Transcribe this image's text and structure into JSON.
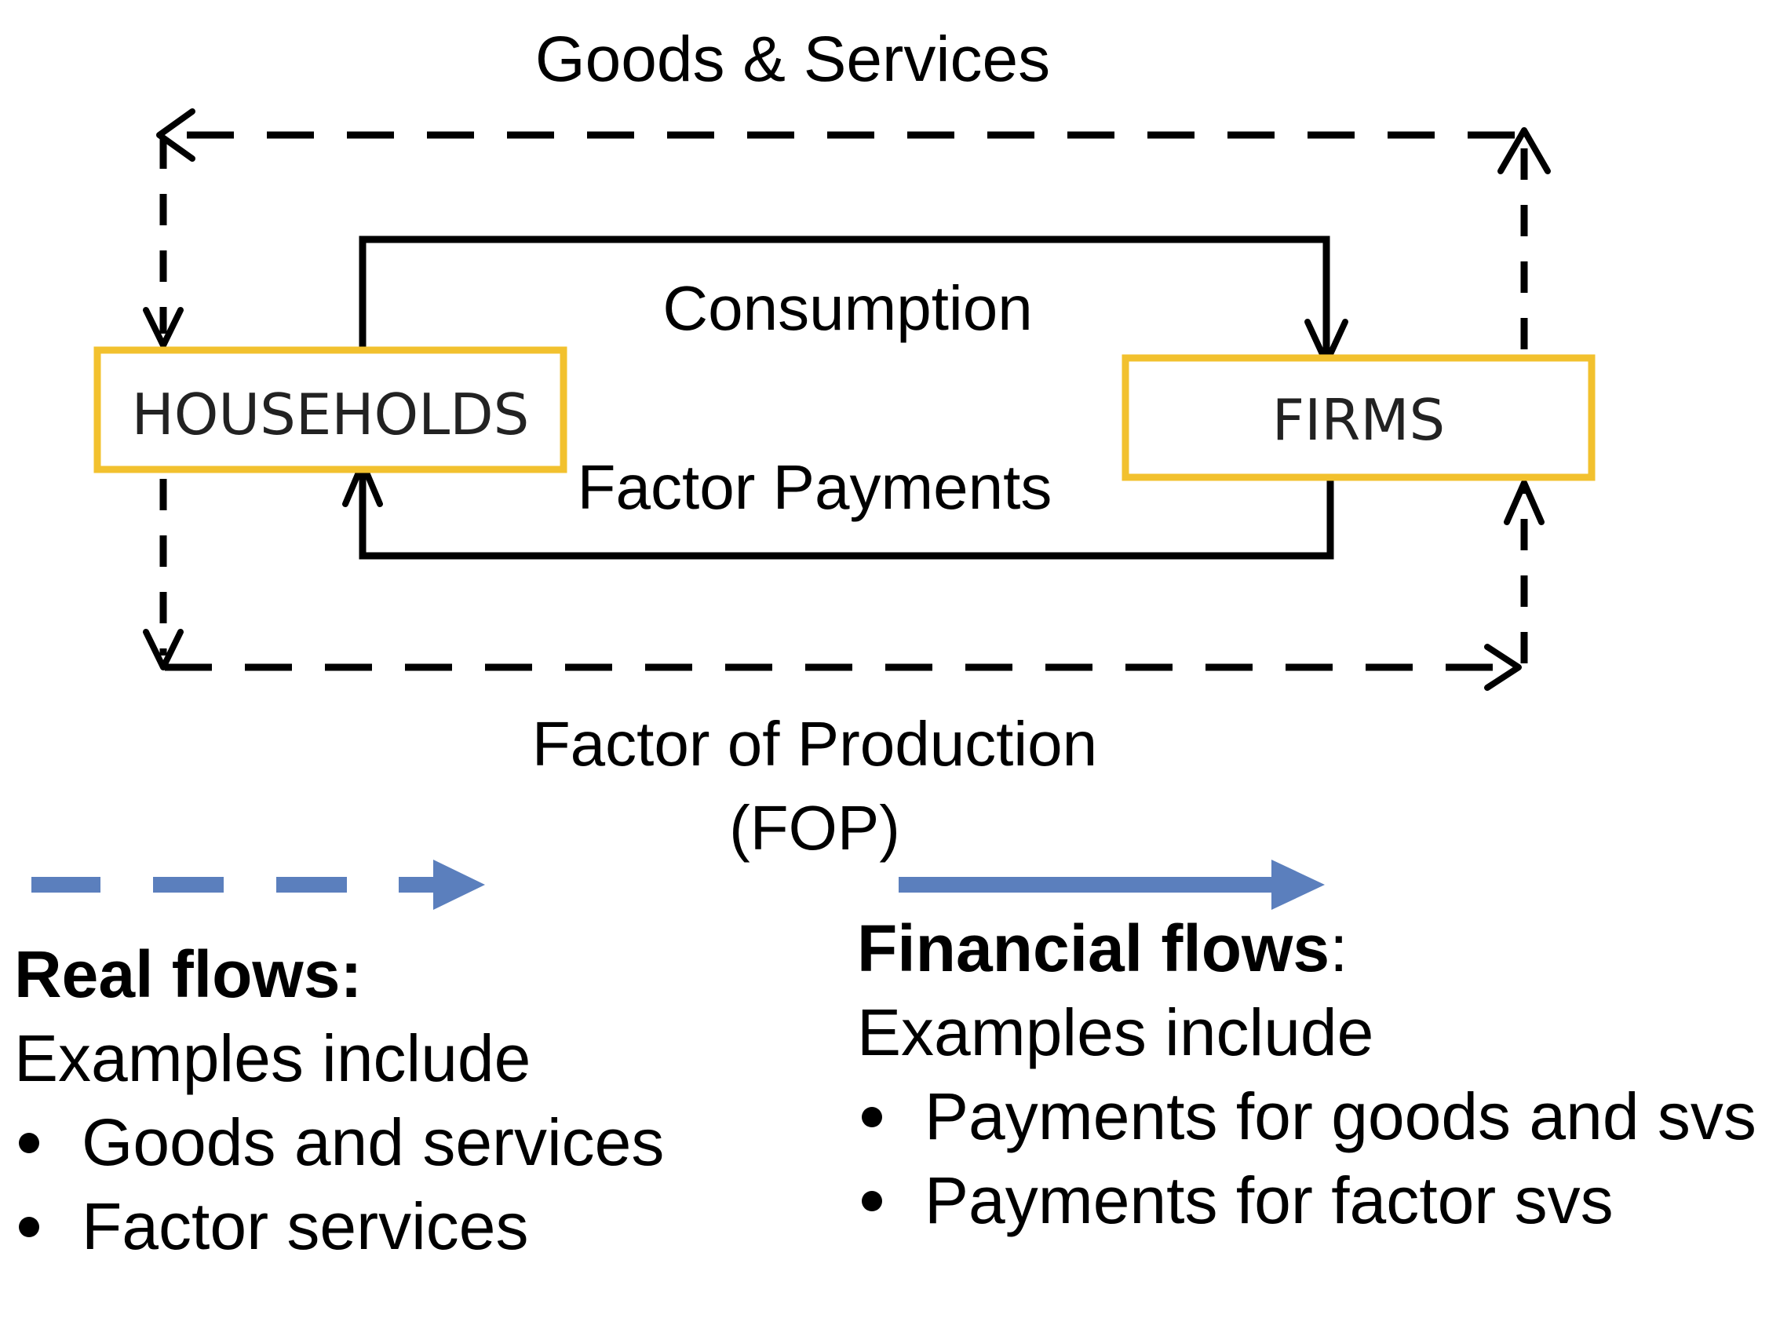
{
  "diagram": {
    "top_flow_label": "Goods & Services",
    "inner_top_label": "Consumption",
    "inner_bottom_label": "Factor Payments",
    "bottom_flow_label_line1": "Factor of Production",
    "bottom_flow_label_line2": "(FOP)",
    "households_label": "HOUSEHOLDS",
    "firms_label": "FIRMS"
  },
  "colors": {
    "box_border": "#f2c12e",
    "flow_line": "#000000",
    "legend_arrow": "#5b7fbd"
  },
  "legend": {
    "real": {
      "heading": "Real flows:",
      "intro": "Examples include",
      "items": [
        "Goods and services",
        "Factor services"
      ]
    },
    "financial": {
      "heading": "Financial flows",
      "heading_suffix": ":",
      "intro": "Examples include",
      "items": [
        "Payments for goods and svs",
        "Payments for factor svs"
      ]
    }
  }
}
